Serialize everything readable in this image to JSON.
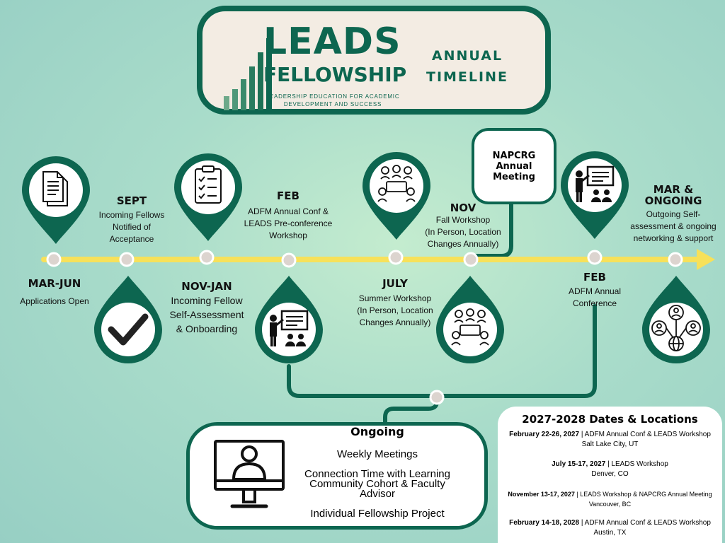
{
  "header": {
    "logo_main": "LEADS",
    "logo_sub": "FELLOWSHIP",
    "tagline_line1": "LEADERSHIP EDUCATION FOR ACADEMIC",
    "tagline_line2": "DEVELOPMENT AND SUCCESS",
    "title_line1": "ANNUAL",
    "title_line2": "TIMELINE"
  },
  "timeline": {
    "mar_jun": {
      "date": "MAR-JUN",
      "desc": "Applications Open"
    },
    "sept": {
      "date": "SEPT",
      "line1": "Incoming Fellows",
      "line2": "Notified of",
      "line3": "Acceptance"
    },
    "nov_jan": {
      "date": "NOV-JAN",
      "line1": "Incoming Fellow",
      "line2": "Self-Assessment",
      "line3": "& Onboarding"
    },
    "feb1": {
      "date": "FEB",
      "line1": "ADFM Annual Conf &",
      "line2": "LEADS Pre-conference",
      "line3": "Workshop"
    },
    "july": {
      "date": "JULY",
      "line1": "Summer Workshop",
      "line2": "(In Person, Location",
      "line3": "Changes Annually)"
    },
    "nov": {
      "date": "NOV",
      "line1": "Fall Workshop",
      "line2": "(In Person, Location",
      "line3": "Changes Annually)"
    },
    "napcrg": {
      "line1": "NAPCRG",
      "line2": "Annual",
      "line3": "Meeting"
    },
    "feb2": {
      "date": "FEB",
      "line1": "ADFM Annual",
      "line2": "Conference"
    },
    "mar_ongoing": {
      "date1": "MAR &",
      "date2": "ONGOING",
      "line1": "Outgoing Self-",
      "line2": "assessment & ongoing",
      "line3": "networking & support"
    }
  },
  "ongoing": {
    "title": "Ongoing",
    "item1": "Weekly Meetings",
    "item2_line1": "Connection Time with Learning",
    "item2_line2": "Community Cohort & Faculty",
    "item2_line3": "Advisor",
    "item3": "Individual Fellowship Project"
  },
  "dates": {
    "title": "2027-2028 Dates & Locations",
    "entries": [
      {
        "date": "February 22-26, 2027",
        "event": " | ADFM Annual Conf & LEADS Workshop",
        "place": "Salt Lake City, UT"
      },
      {
        "date": "July 15-17, 2027",
        "event": " | LEADS Workshop",
        "place": "Denver, CO"
      },
      {
        "date": "November 13-17, 2027",
        "event": " | LEADS Workshop & NAPCRG Annual Meeting",
        "place": "Vancouver, BC"
      },
      {
        "date": "February 14-18, 2028",
        "event": " | ADFM Annual Conf & LEADS Workshop",
        "place": "Austin, TX"
      }
    ]
  },
  "colors": {
    "accent": "#0d6650",
    "timeline": "#f7e15a",
    "node": "#dcd4cf"
  },
  "icons": [
    "document-icon",
    "checkmark-icon",
    "clipboard-checklist-icon",
    "presenter-icon",
    "team-meeting-icon",
    "networking-icon",
    "computer-user-icon"
  ]
}
